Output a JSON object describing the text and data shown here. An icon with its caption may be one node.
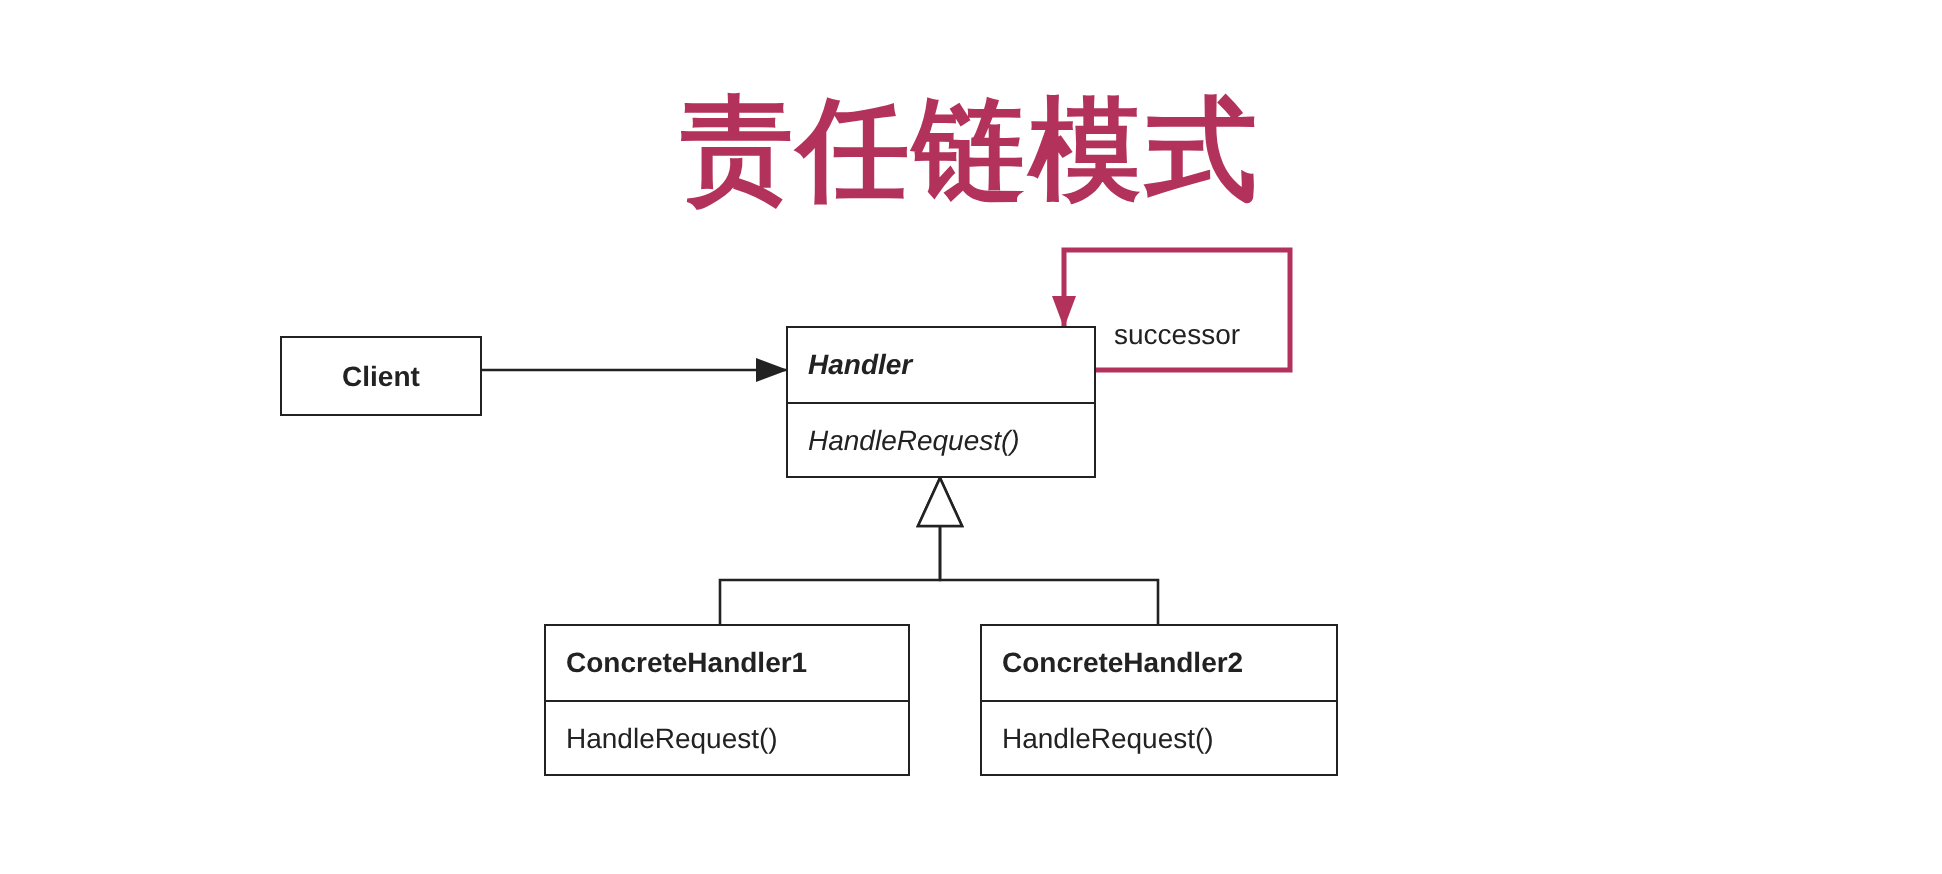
{
  "diagram": {
    "title": "责任链模式",
    "nodes": [
      {
        "text": [
          "Client"
        ]
      },
      {
        "text": [
          "Handler",
          "HandleRequest()"
        ]
      },
      {
        "text": [
          "ConcreteHandler1",
          "HandleRequest()"
        ]
      },
      {
        "text": [
          "ConcreteHandler2",
          "HandleRequest()"
        ]
      }
    ],
    "edges": [
      {
        "from": 0,
        "to": 1,
        "arrow": "to"
      },
      {
        "from": 1,
        "to": 1,
        "arrow": "to",
        "label": "successor",
        "color": "#b3325c"
      },
      {
        "from": 2,
        "to": 1,
        "arrow": "to"
      },
      {
        "from": 3,
        "to": 1,
        "arrow": "to"
      }
    ]
  }
}
